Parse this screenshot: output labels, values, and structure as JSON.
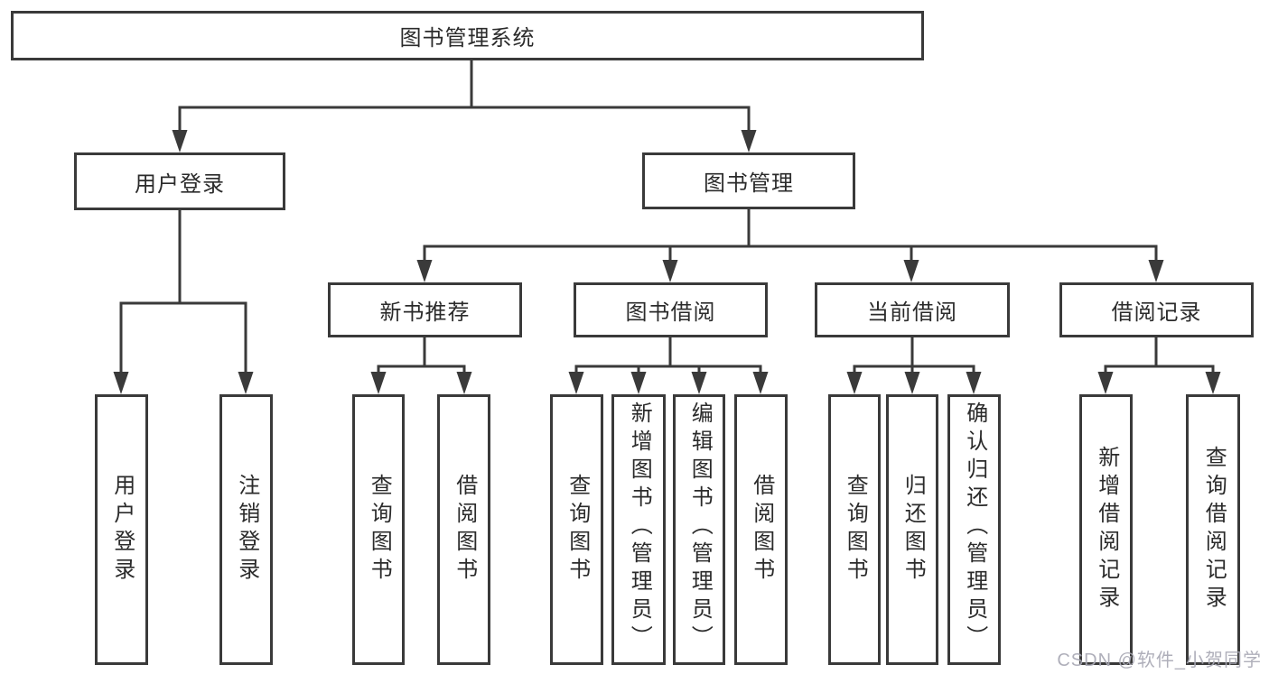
{
  "diagram": {
    "root": {
      "label": "图书管理系统"
    },
    "level2": [
      {
        "label": "用户登录"
      },
      {
        "label": "图书管理"
      }
    ],
    "level3": [
      {
        "label": "新书推荐"
      },
      {
        "label": "图书借阅"
      },
      {
        "label": "当前借阅"
      },
      {
        "label": "借阅记录"
      }
    ],
    "leaves": [
      {
        "label": "用户登录"
      },
      {
        "label": "注销登录"
      },
      {
        "label": "查询图书"
      },
      {
        "label": "借阅图书"
      },
      {
        "label": "查询图书"
      },
      {
        "label": "新增图书（管理员）"
      },
      {
        "label": "编辑图书（管理员）"
      },
      {
        "label": "借阅图书"
      },
      {
        "label": "查询图书"
      },
      {
        "label": "归还图书"
      },
      {
        "label": "确认归还（管理员）"
      },
      {
        "label": "新增借阅记录"
      },
      {
        "label": "查询借阅记录"
      }
    ],
    "watermark": "CSDN @软件_小贺同学",
    "colors": {
      "line": "#3a3a3a",
      "text": "#2b2b2b",
      "watermark": "#a8a8b4",
      "background": "#ffffff"
    }
  }
}
